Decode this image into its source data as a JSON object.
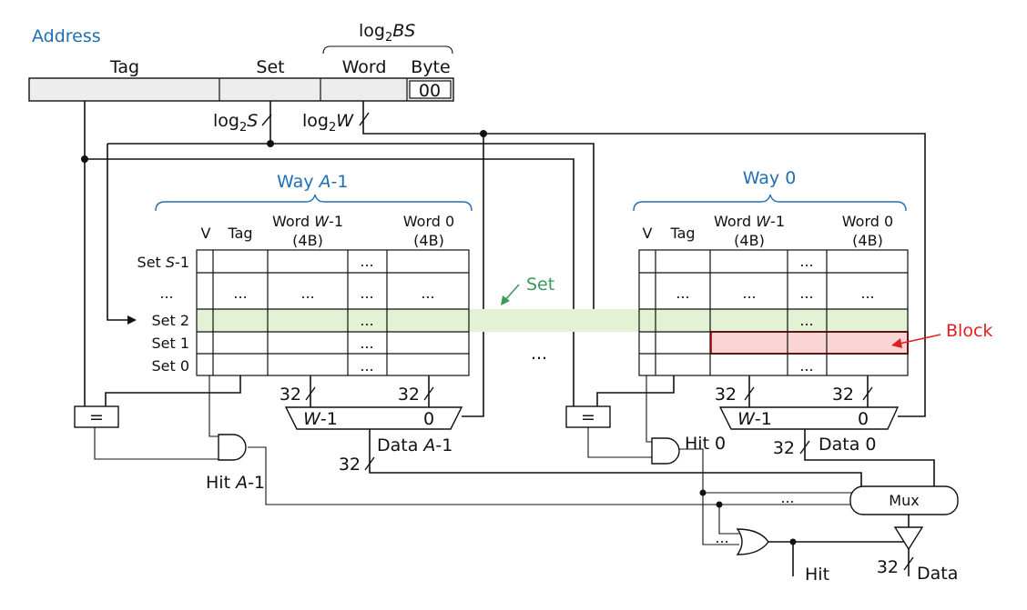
{
  "address": {
    "title": "Address",
    "log2bs_base": "log",
    "log2bs_sub": "2",
    "log2bs_var": "BS",
    "fields": {
      "tag": "Tag",
      "set": "Set",
      "word": "Word",
      "byte": "Byte"
    },
    "byte_value": "00",
    "log2s": {
      "base": "log",
      "sub": "2",
      "var": "S"
    },
    "log2w": {
      "base": "log",
      "sub": "2",
      "var": "W"
    }
  },
  "ways": [
    {
      "title_pre": "Way ",
      "title_var": "A",
      "title_post": "-1",
      "col_v": "V",
      "col_tag": "Tag",
      "col_wordw_pre": "Word ",
      "col_wordw_var": "W",
      "col_wordw_post": "-1",
      "col_size": "(4B)",
      "col_word0": "Word 0",
      "col_word0_size": "(4B)",
      "row_labels": [
        "Set S-1",
        "...",
        "Set 2",
        "Set 1",
        "Set 0"
      ],
      "row_label_top_pre": "Set ",
      "row_label_top_var": "S",
      "row_label_top_post": "-1",
      "ellipsis": "...",
      "bus_left": "32",
      "bus_right": "32",
      "mux_left_var": "W",
      "mux_left_post": "-1",
      "mux_right": "0",
      "data_pre": "Data ",
      "data_var": "A",
      "data_post": "-1",
      "data_width": "32",
      "compare": "=",
      "hit_pre": "Hit ",
      "hit_var": "A",
      "hit_post": "-1"
    },
    {
      "title": "Way 0",
      "col_v": "V",
      "col_tag": "Tag",
      "col_wordw_pre": "Word ",
      "col_wordw_var": "W",
      "col_wordw_post": "-1",
      "col_size": "(4B)",
      "col_word0": "Word 0",
      "col_word0_size": "(4B)",
      "ellipsis": "...",
      "bus_left": "32",
      "bus_right": "32",
      "mux_left_var": "W",
      "mux_left_post": "-1",
      "mux_right": "0",
      "data_label": "Data 0",
      "data_width": "32",
      "compare": "=",
      "hit": "Hit 0"
    }
  ],
  "middle_ellipsis": "...",
  "set_callout": "Set",
  "block_callout": "Block",
  "output": {
    "mux": "Mux",
    "mux_dots": "...",
    "or_dots": "...",
    "hit": "Hit",
    "data_width": "32",
    "data": "Data"
  },
  "colors": {
    "accent_blue": "#1f6fb5",
    "set_green": "#3a9a5c",
    "set_highlight": "#e3f2d4",
    "block_red": "#e02020",
    "block_fill": "#fbd5d5"
  }
}
